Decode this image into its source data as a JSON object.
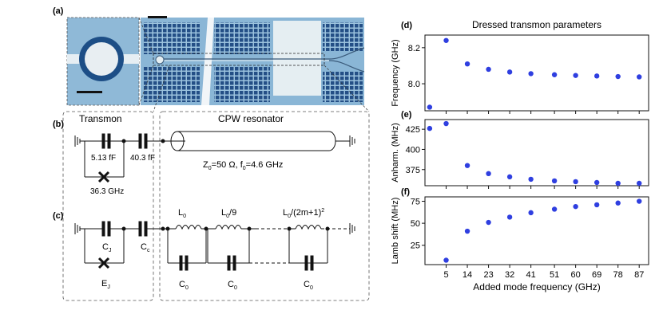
{
  "panel_labels": {
    "a": "(a)",
    "b": "(b)",
    "c": "(c)",
    "d": "(d)",
    "e": "(e)",
    "f": "(f)"
  },
  "circuit": {
    "transmon_title": "Transmon",
    "cpw_title": "CPW resonator",
    "cap_small": "5.13 fF",
    "cap_coupling": "40.3 fF",
    "junction_freq": "36.3 GHz",
    "resonator_params": "Z",
    "resonator_z_sub": "0",
    "resonator_z_rest": "=50 Ω, f",
    "resonator_f_sub": "0",
    "resonator_f_rest": "=4.6 GHz",
    "cj": "C",
    "cj_sub": "J",
    "cc": "C",
    "cc_sub": "c",
    "ej": "E",
    "ej_sub": "J",
    "l0": "L",
    "l0_sub": "0",
    "l0_9": "L",
    "l0_9_sub": "0",
    "l0_9_rest": "/9",
    "lm": "L",
    "lm_sub": "0",
    "lm_rest": "/(2m+1)",
    "lm_sup": "2",
    "c0": "C",
    "c0_sub": "0"
  },
  "colors": {
    "points": "#2f3fe0",
    "chip": "#8ab6d6",
    "pad": "#e6f0f6"
  },
  "chart_data": [
    {
      "type": "scatter",
      "title": "Dressed transmon parameters",
      "ylabel": "Frequency (GHz)",
      "xlim": [
        -4,
        91
      ],
      "ylim": [
        7.85,
        8.27
      ],
      "yticks": [
        8.0,
        8.2
      ],
      "ytick_labels": [
        "8.0",
        "8.2"
      ],
      "x": [
        -2,
        5,
        14,
        23,
        32,
        41,
        51,
        60,
        69,
        78,
        87
      ],
      "y": [
        7.87,
        8.24,
        8.11,
        8.08,
        8.065,
        8.056,
        8.05,
        8.046,
        8.043,
        8.04,
        8.038
      ]
    },
    {
      "type": "scatter",
      "ylabel": "Anharm. (MHz)",
      "xlim": [
        -4,
        91
      ],
      "ylim": [
        355,
        437
      ],
      "yticks": [
        375,
        400,
        425
      ],
      "ytick_labels": [
        "375",
        "400",
        "425"
      ],
      "x": [
        -2,
        5,
        14,
        23,
        32,
        41,
        51,
        60,
        69,
        78,
        87
      ],
      "y": [
        426,
        432,
        380,
        370,
        366,
        363,
        361,
        360,
        359,
        358,
        358
      ]
    },
    {
      "type": "scatter",
      "ylabel": "Lamb shift (MHz)",
      "xlabel": "Added mode frequency (GHz)",
      "xlim": [
        -4,
        91
      ],
      "ylim": [
        3,
        80
      ],
      "yticks": [
        25,
        50,
        75
      ],
      "ytick_labels": [
        "25",
        "50",
        "75"
      ],
      "xticks": [
        5,
        14,
        23,
        32,
        41,
        51,
        60,
        69,
        78,
        87
      ],
      "xtick_labels": [
        "5",
        "14",
        "23",
        "32",
        "41",
        "51",
        "60",
        "69",
        "78",
        "87"
      ],
      "x": [
        5,
        14,
        23,
        32,
        41,
        51,
        60,
        69,
        78,
        87
      ],
      "y": [
        8,
        41,
        51,
        57,
        62,
        66,
        69,
        71,
        73,
        75
      ]
    }
  ]
}
